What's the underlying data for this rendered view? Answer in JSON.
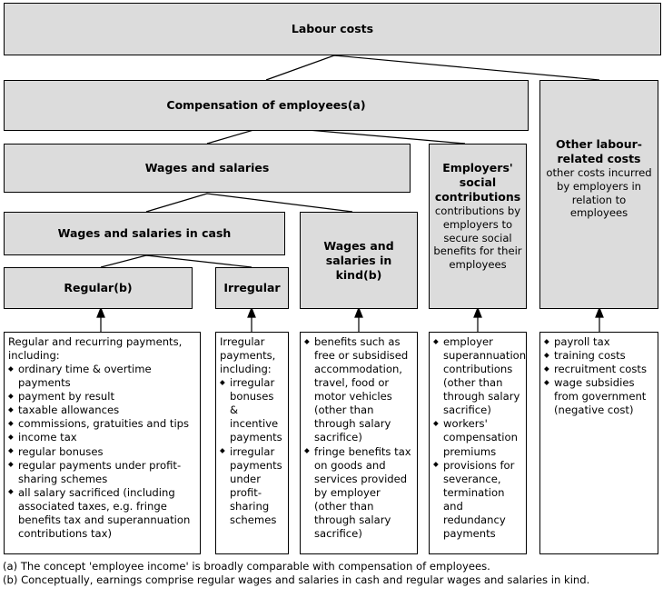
{
  "diagram": {
    "title": "Labour costs classification",
    "colors": {
      "box_fill": "#dcdcdc",
      "leaf_fill": "#ffffff",
      "border": "#000000",
      "text": "#000000"
    },
    "nodes": {
      "labour_costs": "Labour costs",
      "compensation_of_employees": "Compensation of employees(a)",
      "wages_and_salaries": "Wages and salaries",
      "wages_and_salaries_in_cash": "Wages and salaries in cash",
      "regular": "Regular(b)",
      "irregular": "Irregular",
      "wages_and_salaries_in_kind": "Wages and salaries in kind(b)",
      "employers_social_contributions_title": "Employers' social contributions",
      "employers_social_contributions_desc": "contributions by employers to secure social benefits for their employees",
      "other_labour_related_costs_title": "Other labour-related costs",
      "other_labour_related_costs_desc": "other costs incurred by employers in relation to employees"
    },
    "leaves": {
      "regular_detail": {
        "lead": "Regular and recurring payments, including:",
        "items": [
          "ordinary time & overtime payments",
          "payment by result",
          "taxable allowances",
          "commissions, gratuities and tips",
          "income tax",
          "regular bonuses",
          "regular payments under profit-sharing schemes",
          "all salary sacrificed (including associated taxes, e.g. fringe benefits tax and superannuation contributions tax)"
        ]
      },
      "irregular_detail": {
        "lead": "Irregular payments, including:",
        "items": [
          "irregular bonuses & incentive payments",
          "irregular payments under profit-sharing schemes"
        ]
      },
      "in_kind_detail": {
        "lead": "",
        "items": [
          "benefits such as free or subsidised accommodation, travel, food or motor vehicles (other than through salary sacrifice)",
          "fringe benefits tax on goods and services provided by employer (other than through salary sacrifice)"
        ]
      },
      "social_contributions_detail": {
        "lead": "",
        "items": [
          "employer superannuation contributions (other than through salary sacrifice)",
          "workers' compensation premiums",
          "provisions for severance, termination and redundancy payments"
        ]
      },
      "other_costs_detail": {
        "lead": "",
        "items": [
          "payroll tax",
          "training costs",
          "recruitment costs",
          "wage subsidies from government (negative cost)"
        ]
      }
    },
    "footnotes": {
      "a": "(a) The concept 'employee income' is broadly comparable with compensation of employees.",
      "b": "(b) Conceptually, earnings comprise regular wages and salaries in cash and regular wages and salaries in kind."
    }
  }
}
